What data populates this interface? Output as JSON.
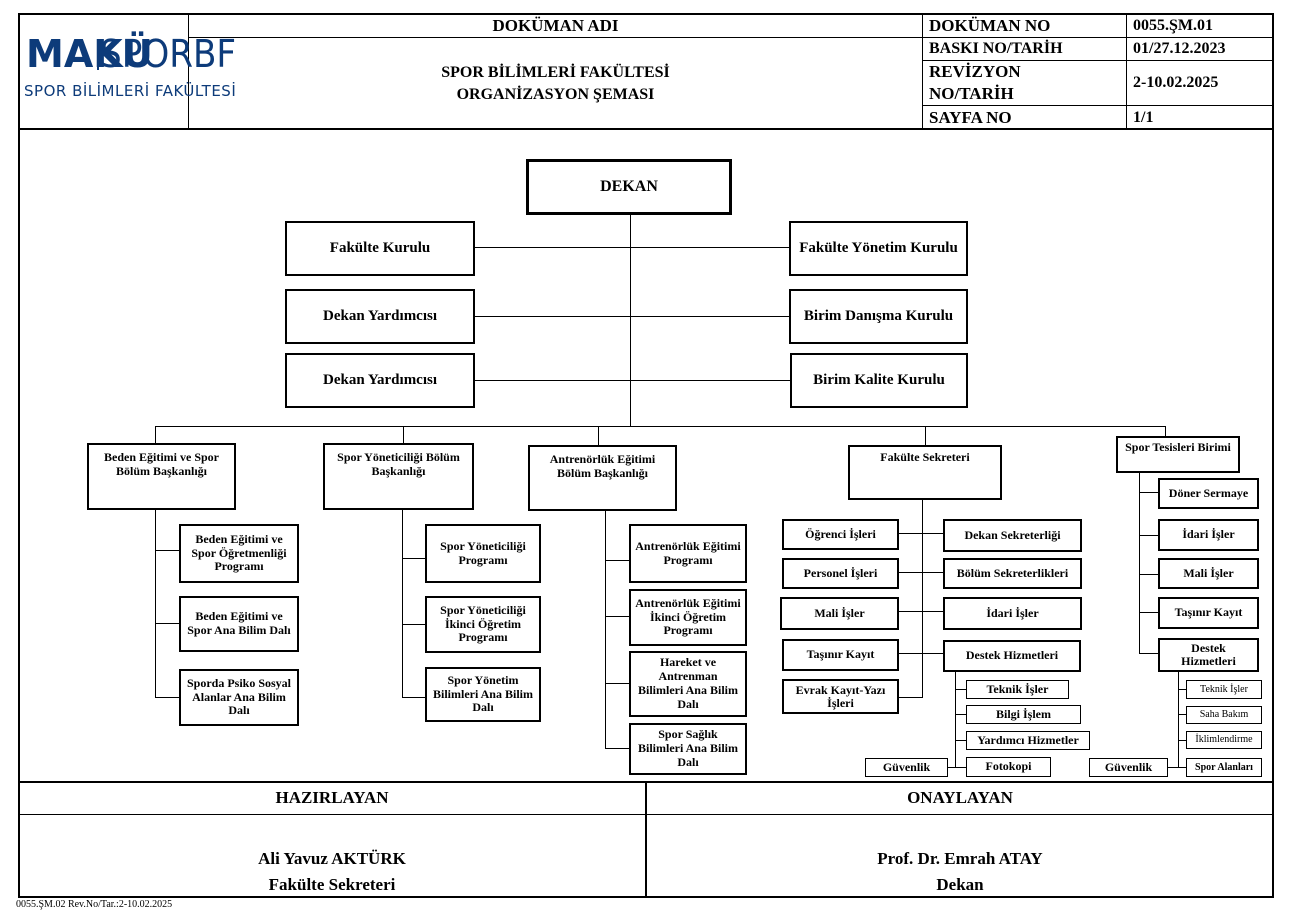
{
  "header": {
    "logo_main": "MAKÜ",
    "logo_brand": "SPORBF",
    "logo_sub": "SPOR BİLİMLERİ FAKÜLTESİ",
    "doc_name_label": "DOKÜMAN ADI",
    "doc_title_line1": "SPOR BİLİMLERİ FAKÜLTESİ",
    "doc_title_line2": "ORGANİZASYON ŞEMASI",
    "rows": [
      {
        "label": "DOKÜMAN NO",
        "value": "0055.ŞM.01"
      },
      {
        "label": "BASKI NO/TARİH",
        "value": "01/27.12.2023"
      },
      {
        "label": "REVİZYON NO/TARİH",
        "value": "2-10.02.2025"
      },
      {
        "label": "SAYFA NO",
        "value": "1/1"
      }
    ]
  },
  "chart": {
    "dekan": "DEKAN",
    "fakulte_kurulu": "Fakülte Kurulu",
    "fakulte_yonetim_kurulu": "Fakülte Yönetim Kurulu",
    "dekan_yardimcisi_1": "Dekan Yardımcısı",
    "dekan_yardimcisi_2": "Dekan Yardımcısı",
    "birim_danisma_kurulu": "Birim Danışma Kurulu",
    "birim_kalite_kurulu": "Birim Kalite Kurulu",
    "departments": [
      {
        "title": "Beden Eğitimi ve Spor Bölüm Başkanlığı",
        "children": [
          "Beden Eğitimi ve Spor Öğretmenliği Programı",
          "Beden Eğitimi ve Spor Ana Bilim Dalı",
          "Sporda Psiko Sosyal Alanlar Ana Bilim Dalı"
        ]
      },
      {
        "title": "Spor Yöneticiliği Bölüm Başkanlığı",
        "children": [
          "Spor Yöneticiliği Programı",
          "Spor Yöneticiliği İkinci Öğretim Programı",
          "Spor Yönetim Bilimleri Ana Bilim Dalı"
        ]
      },
      {
        "title": "Antrenörlük Eğitimi Bölüm Başkanlığı",
        "children": [
          "Antrenörlük Eğitimi Programı",
          "Antrenörlük Eğitimi İkinci Öğretim Programı",
          "Hareket ve Antrenman Bilimleri Ana Bilim Dalı",
          "Spor Sağlık Bilimleri Ana Bilim Dalı"
        ]
      }
    ],
    "secretary": {
      "title": "Fakülte Sekreteri",
      "left": [
        "Öğrenci İşleri",
        "Personel İşleri",
        "Mali İşler",
        "Taşınır Kayıt",
        "Evrak Kayıt-Yazı İşleri"
      ],
      "right": [
        "Dekan Sekreterliği",
        "Bölüm Sekreterlikleri",
        "İdari İşler",
        "Destek Hizmetleri"
      ],
      "support": [
        "Teknik İşler",
        "Bilgi İşlem",
        "Yardımcı Hizmetler",
        "Fotokopi"
      ],
      "security": "Güvenlik"
    },
    "facilities": {
      "title": "Spor Tesisleri Birimi",
      "children": [
        "Döner Sermaye",
        "İdari İşler",
        "Mali İşler",
        "Taşınır Kayıt",
        "Destek Hizmetleri"
      ],
      "support": [
        "Teknik İşler",
        "Saha Bakım",
        "İklimlendirme",
        "Spor Alanları"
      ],
      "security": "Güvenlik"
    }
  },
  "signatures": {
    "prepared_label": "HAZIRLAYAN",
    "prepared_name": "Ali Yavuz AKTÜRK",
    "prepared_title": "Fakülte Sekreteri",
    "approved_label": "ONAYLAYAN",
    "approved_name": "Prof. Dr. Emrah ATAY",
    "approved_title": "Dekan"
  },
  "footer": "0055.ŞM.02 Rev.No/Tar.:2-10.02.2025"
}
